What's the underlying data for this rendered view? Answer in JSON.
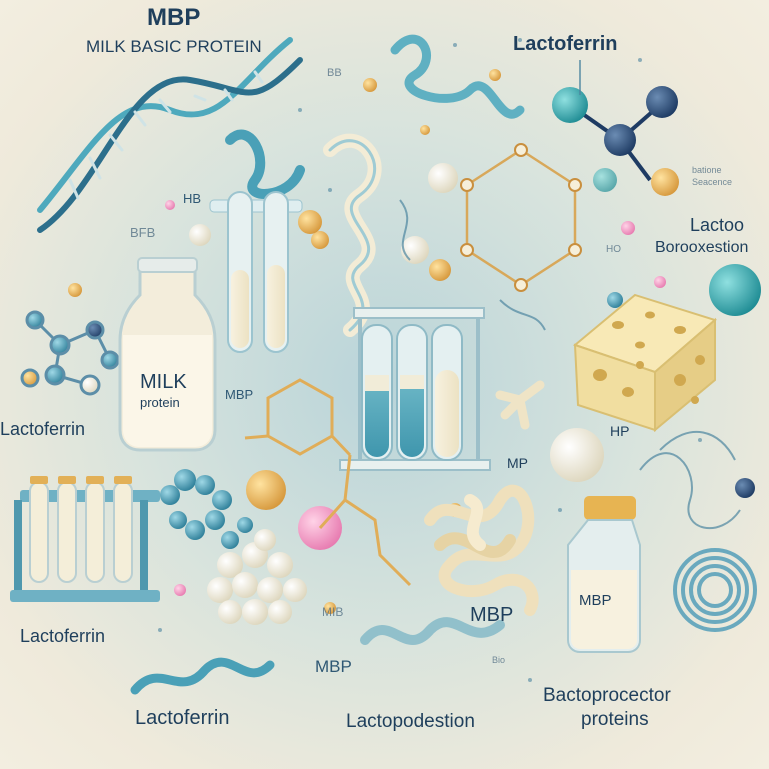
{
  "title": "MBP",
  "subtitle": "MILK BASIC PROTEIN",
  "labels": {
    "lactoferrin_top": "Lactoferrin",
    "bb_top": "BB",
    "hb_left": "HB",
    "bfb": "BFB",
    "bation_line1": "batione",
    "bation_line2": "Seacence",
    "lactoo": "Lactoo",
    "borooxestion": "Borooxestion",
    "ho": "HO",
    "lactoferrin_left": "Lactoferrin",
    "milk_bottle_1": "MILK",
    "milk_bottle_2": "protein",
    "mbp_mid": "MBP",
    "mp": "MP",
    "hp": "HP",
    "lactoferrin_bottom_left": "Lactoferrin",
    "mbp_center": "MBP",
    "mbp_jar": "MBP",
    "mib": "MIB",
    "mbp_bottom": "MBP",
    "bio": "Bio",
    "lactoferrin_bottom": "Lactoferrin",
    "lactopodestion": "Lactopodestion",
    "bactopropector_line1": "Bactoprocector",
    "bactopropector_line2": "proteins"
  },
  "colors": {
    "navy": "#1f3f5c",
    "teal": "#3f9fb3",
    "light_teal": "#7fc1cf",
    "cream": "#f6f0dc",
    "gold": "#e9b458",
    "pink": "#f3a6c8",
    "cheese": "#f1dea0"
  }
}
